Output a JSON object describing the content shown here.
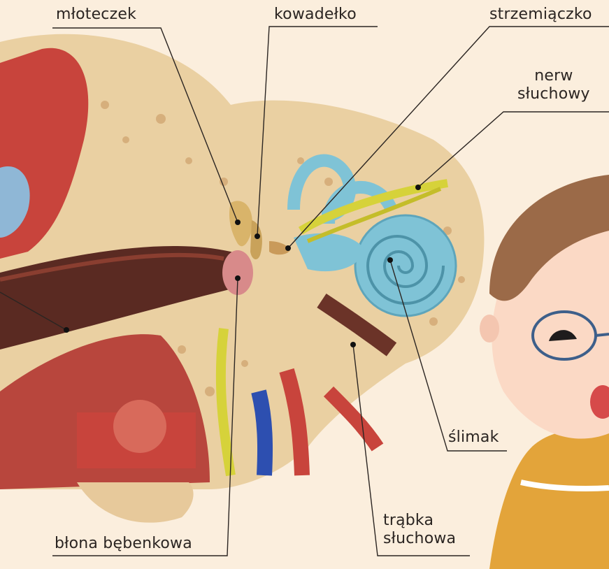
{
  "labels": {
    "hammer": "młoteczek",
    "anvil": "kowadełko",
    "stirrup": "strzemiączko",
    "nerve": "nerw\nsłuchowy",
    "cochlea": "ślimak",
    "tube": "trąbka\nsłuchowa",
    "eardrum": "błona bębenkowa"
  },
  "colors": {
    "background": "#fbeedd",
    "bone": "#e9c89a",
    "cochlea": "#7fc3d6",
    "nerve": "#d6d23a",
    "flesh": "#c8443c",
    "hair": "#9b6a48",
    "shirt": "#e3a43a"
  }
}
